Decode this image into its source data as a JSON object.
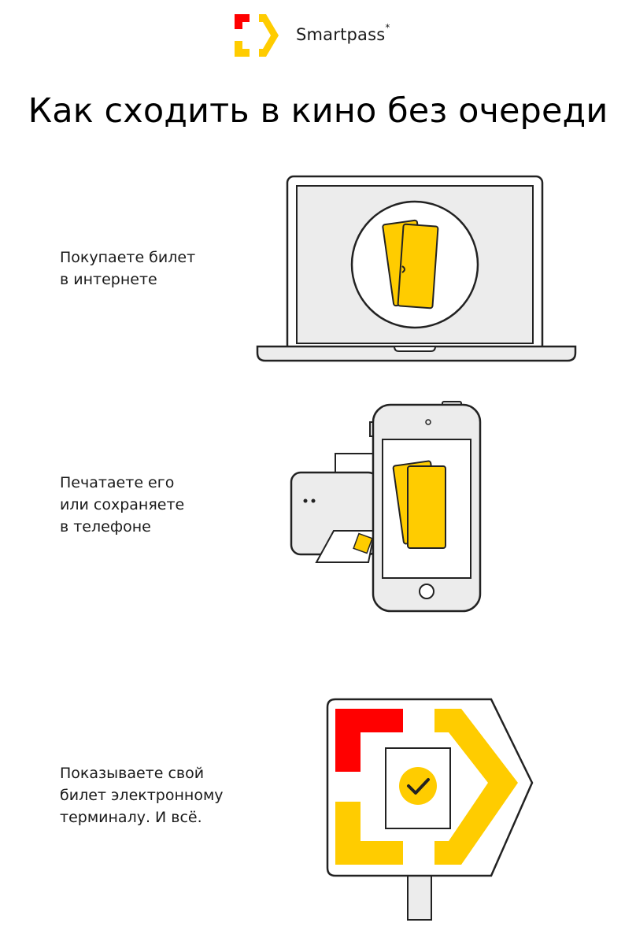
{
  "brand": {
    "name": "Smartpass",
    "mark": "*"
  },
  "headline": "Как сходить в кино без очереди",
  "steps": [
    {
      "lines": [
        "Покупаете билет",
        "в интернете"
      ],
      "illustration": "laptop-with-tickets"
    },
    {
      "lines": [
        "Печатаете его",
        "или сохраняете",
        "в телефоне"
      ],
      "illustration": "printer-and-phone-with-tickets"
    },
    {
      "lines": [
        "Показываете свой",
        "билет электронному",
        "терминалу. И всё."
      ],
      "illustration": "smartpass-terminal-checkmark"
    }
  ],
  "colors": {
    "yellow": "#FFCC00",
    "red": "#FF0000",
    "outline": "#222222",
    "gray": "#ECECEC"
  }
}
